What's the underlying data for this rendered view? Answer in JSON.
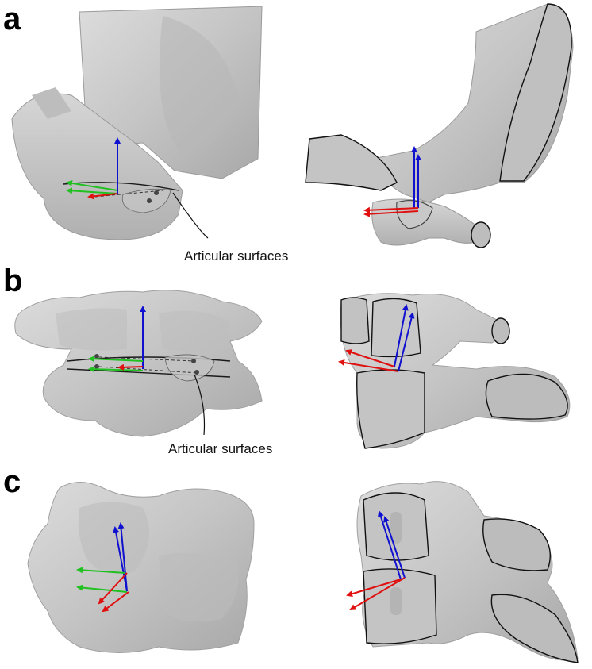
{
  "panels": {
    "a": {
      "label": "a",
      "annotation": "Articular surfaces"
    },
    "b": {
      "label": "b",
      "annotation": "Articular surfaces"
    },
    "c": {
      "label": "c"
    }
  },
  "colors": {
    "bone_fill": "#c9c9c9",
    "bone_shade": "#a9a9a9",
    "outline": "#1a1a1a",
    "axis_vertical": "#1010d0",
    "axis_anterior": "#e01010",
    "axis_lateral": "#20c020"
  }
}
